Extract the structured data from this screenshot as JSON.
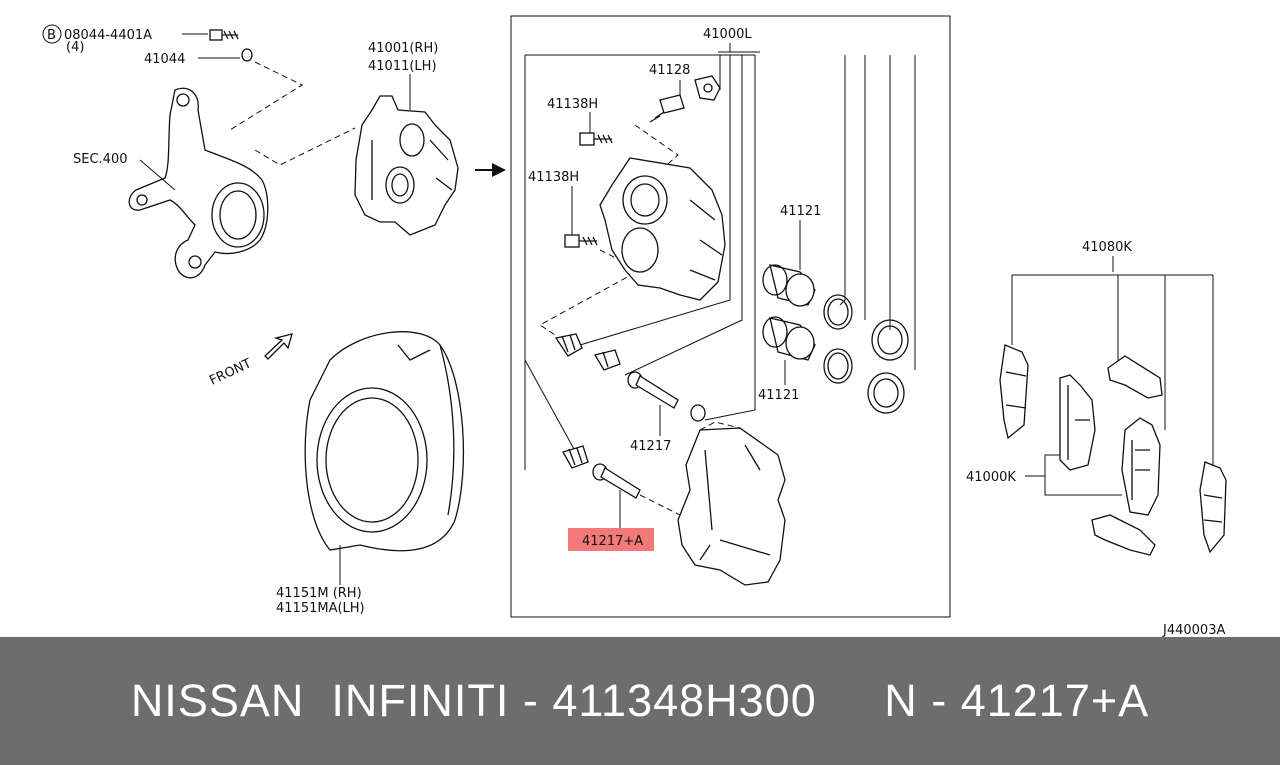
{
  "labels": {
    "bolt_circled": "B",
    "bolt_part": "08044-4401A",
    "bolt_qty": "(4)",
    "washer": "41044",
    "caliper_rh": "41001(RH)",
    "caliper_lh": "41011(LH)",
    "section": "SEC.400",
    "front": "FRONT",
    "shield_rh": "41151M (RH)",
    "shield_lh": "41151MA(LH)",
    "caliper_assy": "41000L",
    "bleeder": "41128",
    "bolt_h_top": "41138H",
    "bolt_h_mid": "41138H",
    "piston_top": "41121",
    "piston_bottom": "41121",
    "pin": "41217",
    "highlighted_pin": "41217+A",
    "pad_kit": "41080K",
    "pads": "41000K",
    "diagram_code": "J440003A"
  },
  "highlight_color": "#f47a7a",
  "footer": {
    "text": "NISSAN  INFINITI - 411348H300     N - 41217+A"
  }
}
